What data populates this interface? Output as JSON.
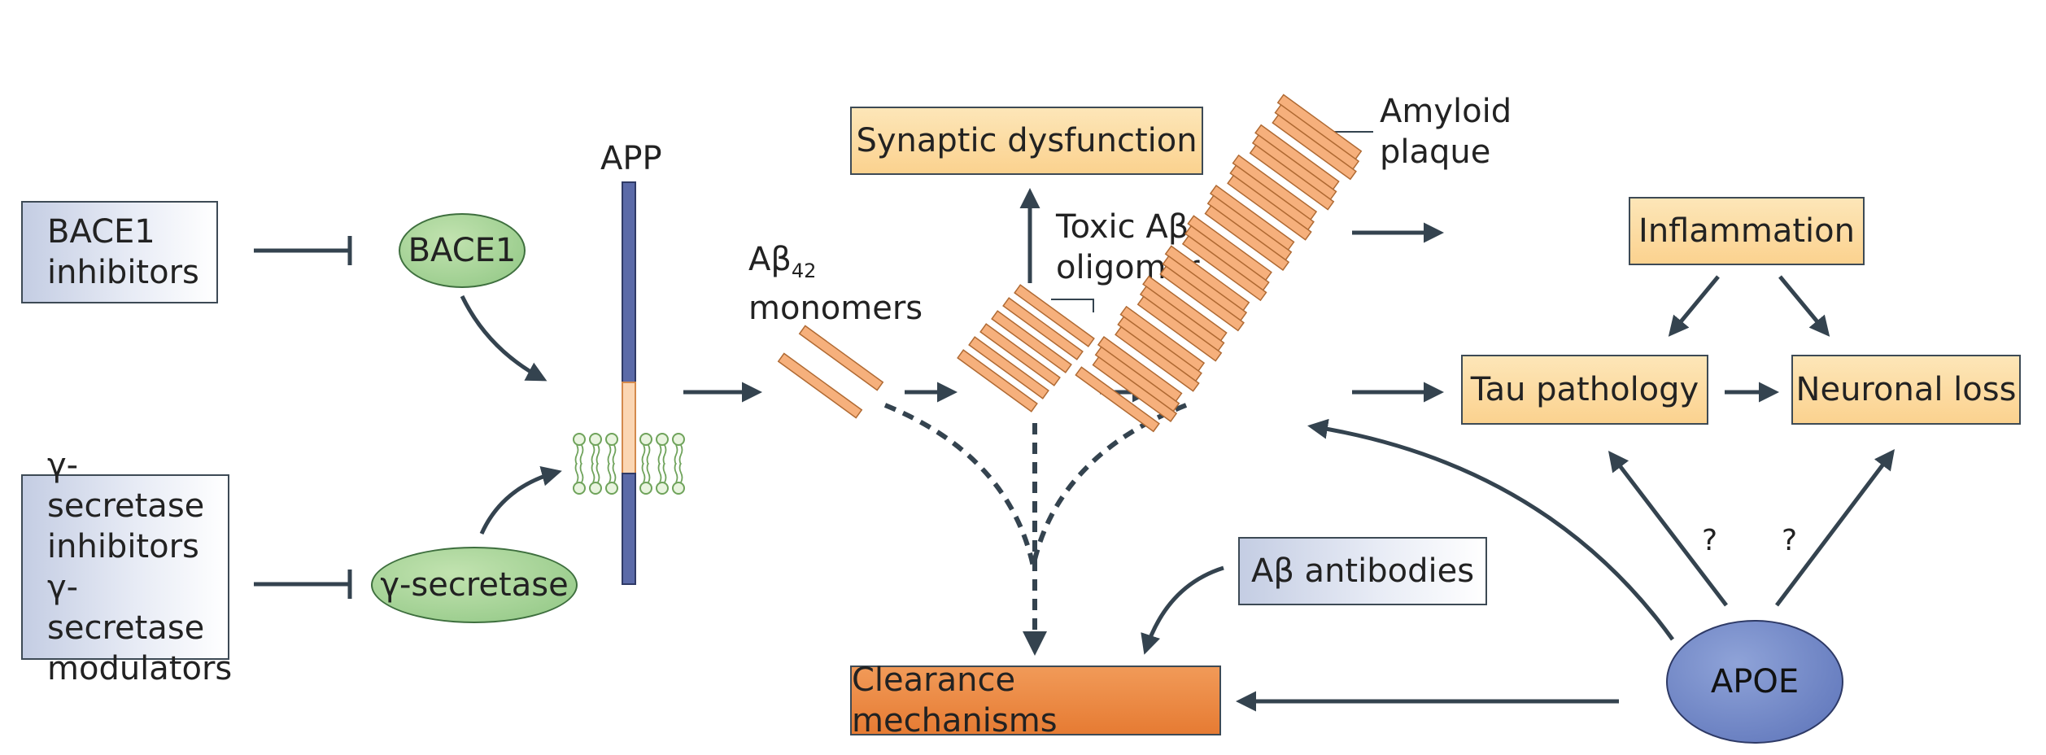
{
  "inhibitors": {
    "bace1_inhibitors": [
      "BACE1",
      "inhibitors"
    ],
    "gamma_inhibitors": [
      "γ-secretase",
      "inhibitors",
      "γ-secretase",
      "modulators"
    ]
  },
  "enzymes": {
    "bace1": "BACE1",
    "gamma_secretase": "γ-secretase"
  },
  "app_label": "APP",
  "monomers": {
    "prefix": "Aβ",
    "subscript": "42",
    "line2": "monomers"
  },
  "oligomer": {
    "line1": "Toxic Aβ",
    "line2": "oligomer"
  },
  "plaque": {
    "line1": "Amyloid",
    "line2": "plaque"
  },
  "synaptic": "Synaptic dysfunction",
  "inflammation": "Inflammation",
  "tau": "Tau pathology",
  "neuronal_loss": "Neuronal loss",
  "antibodies": "Aβ antibodies",
  "clearance": "Clearance mechanisms",
  "apoe": "APOE",
  "question_marks": [
    "?",
    "?"
  ],
  "colors": {
    "arrow": "#34434f",
    "lavender_box": "#c4cde3",
    "cream_box": "#fcdca3",
    "orange_box": "#ea863d",
    "green_enzyme": "#9fce92",
    "apoe_blue": "#6a80c2",
    "app_bar": "#5b6aa8",
    "fibril": "#f6b07c"
  }
}
